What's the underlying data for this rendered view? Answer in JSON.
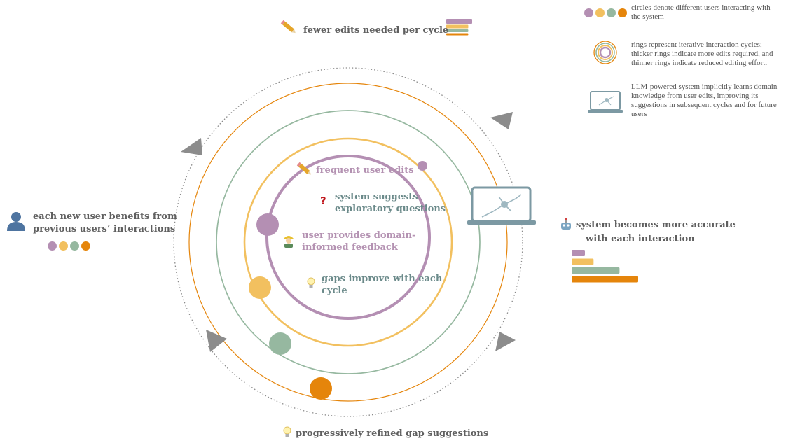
{
  "colors": {
    "mauve": "#b48fb3",
    "yellow": "#f2c05f",
    "sage": "#96b8a0",
    "orange": "#e5850b",
    "grey": "#8a8a8a",
    "laptop": "#7c99a3"
  },
  "top_label": "fewer edits needed per cycle",
  "left_label": {
    "line1": "each new user benefits from",
    "line2": "previous users’ interactions"
  },
  "right_label": {
    "line1": "system becomes more accurate",
    "line2": "with each interaction"
  },
  "bottom_label": "progressively refined gap suggestions",
  "inner": {
    "edits": "frequent user edits",
    "questions": {
      "line1": "system suggests",
      "line2": "exploratory questions"
    },
    "feedback": {
      "line1": "user provides domain-",
      "line2": "informed feedback"
    },
    "gaps": {
      "line1": "gaps improve with each",
      "line2": "cycle"
    }
  },
  "legend": {
    "users": {
      "line1": "circles denote different users interacting with",
      "line2": "the system"
    },
    "rings": {
      "line1": "rings represent iterative interaction cycles;",
      "line2": "thicker rings indicate more edits required, and",
      "line3": "thinner rings indicate reduced editing effort."
    },
    "llm": {
      "line1": "LLM-powered system implicitly learns domain",
      "line2": "knowledge from user edits, improving its",
      "line3": "suggestions in subsequent cycles and for future",
      "line4": "users"
    }
  },
  "accuracy_bars": [
    0.2,
    0.33,
    0.72,
    1.0
  ],
  "edit_stack": [
    1.0,
    0.85,
    0.85,
    0.85
  ]
}
